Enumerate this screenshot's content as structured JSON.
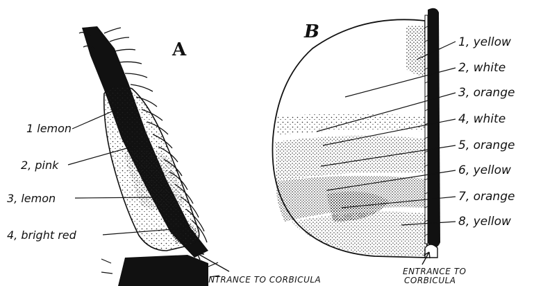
{
  "panel_a": {
    "letter": "A",
    "labels": [
      {
        "text": "1 lemon"
      },
      {
        "text": "2, pink"
      },
      {
        "text": "3, lemon"
      },
      {
        "text": "4, bright red"
      }
    ],
    "entrance_line1": "ENTRANCE TO CORBICULA"
  },
  "panel_b": {
    "letter": "B",
    "labels": [
      {
        "text": "1, yellow"
      },
      {
        "text": "2, white"
      },
      {
        "text": "3, orange"
      },
      {
        "text": "4, white"
      },
      {
        "text": "5, orange"
      },
      {
        "text": "6, yellow"
      },
      {
        "text": "7, orange"
      },
      {
        "text": "8, yellow"
      }
    ],
    "entrance_line1": "ENTRANCE TO",
    "entrance_line2": "CORBICULA"
  },
  "colors": {
    "ink": "#111111",
    "paper": "#ffffff"
  }
}
